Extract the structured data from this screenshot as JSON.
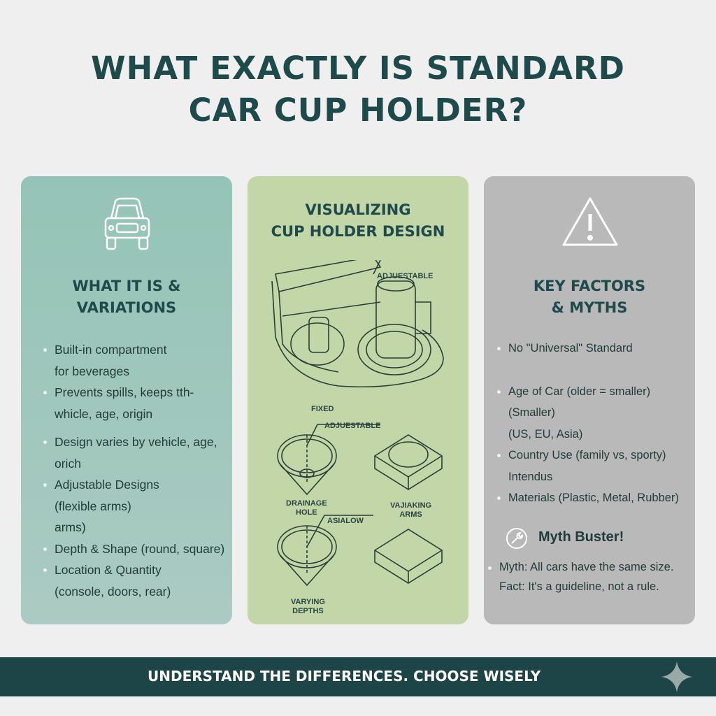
{
  "title": {
    "lines": [
      "WHAT EXACTLY IS STANDARD",
      "CAR CUP HOLDER?"
    ]
  },
  "colors": {
    "title": "#1e4a4c",
    "card1": "#9fc7bd",
    "card2": "#c3d6a7",
    "card3": "#b9b9b9",
    "footer": "#1d4446",
    "background": "#efefef"
  },
  "card1": {
    "icon": "car-front-icon",
    "heading": [
      "WHAT IT IS &",
      "VARIATIONS"
    ],
    "items": [
      {
        "lines": [
          "Built-in compartment",
          "for beverages"
        ]
      },
      {
        "lines": [
          "Prevents spills, keeps tth-",
          "whicle, age, origin"
        ]
      },
      {
        "lines": [
          "Design varies by vehicle, age,",
          "orich"
        ]
      },
      {
        "lines": [
          "Adjustable Designs",
          "(flexible arms)",
          "arms)"
        ]
      },
      {
        "lines": [
          "Depth & Shape (round, square)"
        ]
      },
      {
        "lines": [
          "Location & Quantity",
          "(console, doors, rear)"
        ]
      }
    ]
  },
  "card2": {
    "heading": [
      "VISUALIZING",
      "CUP HOLDER DESIGN"
    ],
    "labels": {
      "top_adjustable": "ADJUESTABLE",
      "fixed": "FIXED",
      "adjustable": "ADJUESTABLE",
      "drainage": [
        "DRAINAGE",
        "HOLE"
      ],
      "arms": [
        "VAJIAKING",
        "ARMS"
      ],
      "asialow": "ASIALOW",
      "depths": [
        "VARYING",
        "DEPTHS"
      ]
    }
  },
  "card3": {
    "icon": "warning-triangle-icon",
    "heading": [
      "KEY FACTORS",
      "& MYTHS"
    ],
    "items": [
      {
        "lines": [
          "No \"Universal\" Standard"
        ]
      },
      {
        "lines": [
          "Age of Car (older = smaller)",
          "(Smaller)",
          "(US, EU, Asia)"
        ]
      },
      {
        "lines": [
          "Country Use (family vs, sporty)",
          "Intendus"
        ]
      },
      {
        "lines": [
          "Materials (Plastic, Metal, Rubber)"
        ]
      }
    ],
    "myth_buster": {
      "icon": "wrench-icon",
      "title": "Myth Buster!",
      "lines": [
        "Myth: All cars have the same size.",
        "Fact: It's a guideline, not a rule."
      ]
    }
  },
  "footer": {
    "text": "UNDERSTAND THE DIFFERENCES. CHOOSE WISELY",
    "icon": "sparkle-icon"
  }
}
